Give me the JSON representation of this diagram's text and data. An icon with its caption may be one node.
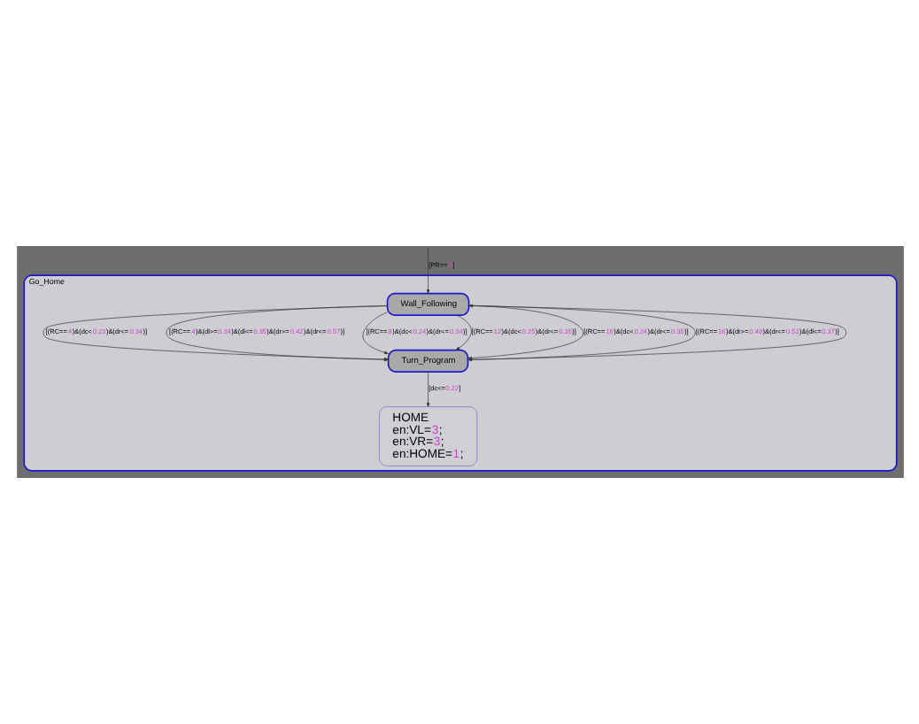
{
  "diagram": {
    "nodes": [
      {
        "text": [
          "Go_Home"
        ]
      },
      {
        "text": [
          "Wall_Following"
        ],
        "in": 0
      },
      {
        "text": [
          "Turn_Program"
        ],
        "in": 0
      },
      {
        "text": [
          "HOME",
          "en:VL=3;",
          "en:VR=3;",
          "en:HOME=1;"
        ],
        "in": 0
      }
    ],
    "edges": [
      {
        "from": 1,
        "to": 2,
        "arrow": "to",
        "label": "[(RC==4)&(dc<0.23)&(dr<=0.34)]"
      },
      {
        "from": 1,
        "to": 2,
        "arrow": "to",
        "label": "[(RC==4)&(dl>=0.34)&(dl<=0.35)&(dr>=0.42)&(dr<=0.57)]"
      },
      {
        "from": 1,
        "to": 2,
        "arrow": "to",
        "label": "[(RC==8)&(dc<0.24)&(dr<=0.34)]"
      },
      {
        "from": 1,
        "to": 2,
        "arrow": "to",
        "label": "[(RC==12)&(dc<0.25)&(dr<=0.35)]"
      },
      {
        "from": 1,
        "to": 2,
        "arrow": "to",
        "label": "[(RC==16)&(dc<0.24)&(dr<=0.35)]"
      },
      {
        "from": 1,
        "to": 2,
        "arrow": "to",
        "label": "[(RC==16)&(dr>=0.48)&(dr<=0.52)&(dl<=0.37)]"
      },
      {
        "from": 2,
        "to": 1,
        "arrow": "to"
      },
      {
        "from": null,
        "to": 1,
        "arrow": "to",
        "label": "[PR==5]"
      },
      {
        "from": 2,
        "to": 3,
        "arrow": "to",
        "label": "[dc<=0.22]"
      }
    ]
  }
}
